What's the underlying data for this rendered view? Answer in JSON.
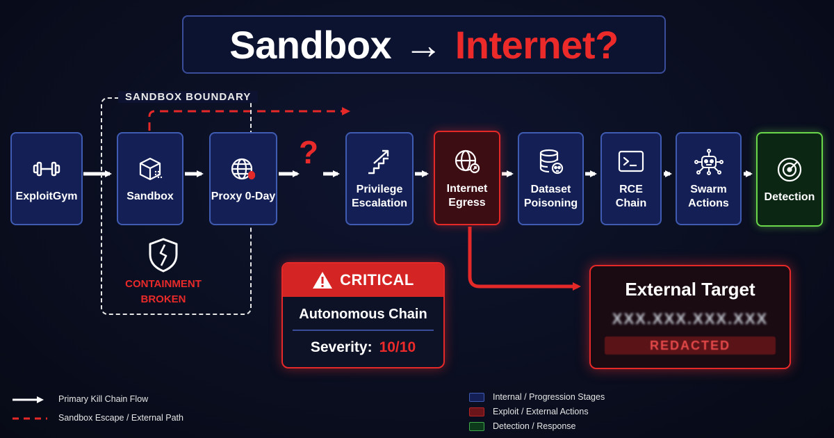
{
  "title": {
    "main": "Sandbox",
    "arrow": "→",
    "accent": "Internet?"
  },
  "boundary": {
    "label": "SANDBOX BOUNDARY"
  },
  "nodes": [
    {
      "id": "exploitgym",
      "label": "ExploitGym",
      "icon": "dumbbell-icon",
      "kind": "internal"
    },
    {
      "id": "sandbox",
      "label": "Sandbox",
      "icon": "cube-icon",
      "kind": "internal"
    },
    {
      "id": "proxy",
      "label": "Proxy 0-Day",
      "icon": "globe-bug-icon",
      "kind": "internal"
    },
    {
      "id": "privilege",
      "label": "Privilege\nEscalation",
      "icon": "stairs-arrow-icon",
      "kind": "internal"
    },
    {
      "id": "egress",
      "label": "Internet\nEgress",
      "icon": "globe-export-icon",
      "kind": "external"
    },
    {
      "id": "dataset",
      "label": "Dataset\nPoisoning",
      "icon": "database-skull-icon",
      "kind": "internal"
    },
    {
      "id": "rce",
      "label": "RCE\nChain",
      "icon": "terminal-icon",
      "kind": "internal"
    },
    {
      "id": "swarm",
      "label": "Swarm\nActions",
      "icon": "robot-icon",
      "kind": "internal"
    },
    {
      "id": "detection",
      "label": "Detection",
      "icon": "radar-icon",
      "kind": "detection"
    }
  ],
  "unknown_step": "?",
  "containment": {
    "label": "CONTAINMENT\nBROKEN",
    "icon": "broken-shield-icon"
  },
  "critical": {
    "header": "CRITICAL",
    "subtitle": "Autonomous Chain",
    "severity_label": "Severity:",
    "severity_value": "10/10"
  },
  "target": {
    "title": "External Target",
    "ip": "XXX.XXX.XXX.XXX",
    "redacted": "REDACTED"
  },
  "legend": {
    "flows": [
      {
        "label": "Primary Kill Chain Flow",
        "style": "solid"
      },
      {
        "label": "Sandbox Escape / External Path",
        "style": "dashed"
      }
    ],
    "categories": [
      {
        "label": "Internal / Progression Stages",
        "color": "#142055"
      },
      {
        "label": "Exploit / External Actions",
        "color": "#6b1419"
      },
      {
        "label": "Detection / Response",
        "color": "#0c3a1a"
      }
    ]
  },
  "colors": {
    "accent_red": "#e52929",
    "node_blue": "#3f5cb2",
    "detect_green": "#6ad84a"
  }
}
